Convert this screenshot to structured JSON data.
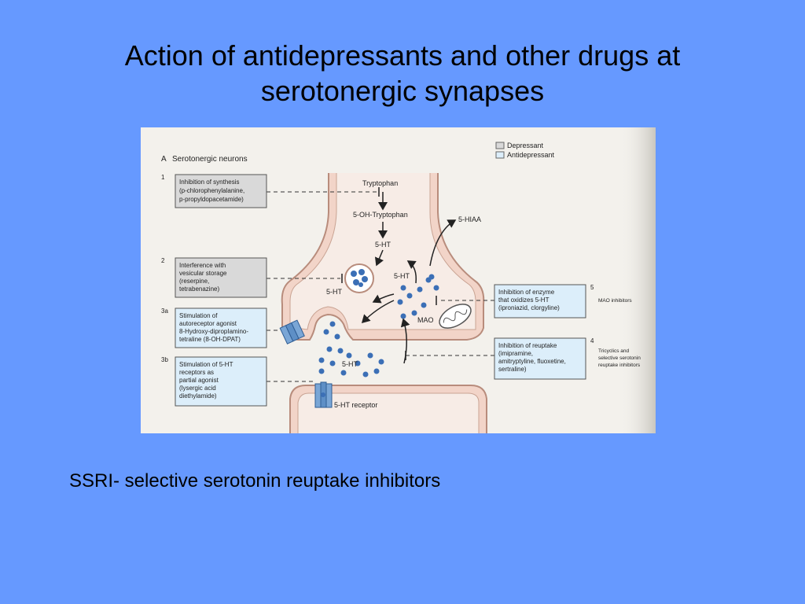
{
  "slide": {
    "title_line1": "Action of antidepressants and other drugs at",
    "title_line2": "serotonergic synapses",
    "footer": "SSRI- selective serotonin reuptake inhibitors"
  },
  "figure": {
    "panel_label": "A",
    "panel_title": "Serotonergic neurons",
    "legend": {
      "depressant": "Depressant",
      "antidepressant": "Antidepressant"
    },
    "colors": {
      "depressant_box": "#d9d9d9",
      "antidepressant_box": "#dceefa",
      "membrane": "#f2d4c8",
      "vesicle_molecule": "#3b6fb6"
    },
    "pathway": {
      "tryptophan": "Tryptophan",
      "oh_tryptophan": "5-OH-Tryptophan",
      "ht_top": "5-HT",
      "ht_vesicle": "5-HT",
      "ht_cytosol": "5-HT",
      "hiaa": "5-HIAA",
      "mao": "MAO",
      "ht_cleft": "5-HT",
      "receptor": "5-HT receptor"
    },
    "boxes": [
      {
        "num": "1",
        "lines": [
          "Inhibition of synthesis",
          "(p-chlorophenylalanine,",
          "p-propyldopacetamide)"
        ]
      },
      {
        "num": "2",
        "lines": [
          "Interference with",
          "vesicular storage",
          "(reserpine,",
          "tetrabenazine)"
        ]
      },
      {
        "num": "3a",
        "lines": [
          "Stimulation of",
          "autoreceptor agonist",
          "8-Hydroxy-dipropIamino-",
          "tetraline (8-OH-DPAT)"
        ]
      },
      {
        "num": "3b",
        "lines": [
          "Stimulation of 5-HT",
          "receptors as",
          "partial agonist",
          "(lysergic acid",
          "diethylamide)"
        ]
      },
      {
        "num": "5",
        "lines": [
          "Inhibition of enzyme",
          "that oxidizes 5-HT",
          "(iproniazid, clorgyline)"
        ]
      },
      {
        "num": "4",
        "lines": [
          "Inhibition of reuptake",
          "(imipramine,",
          "amitryptyline, fluoxetine,",
          "sertraline)"
        ]
      }
    ],
    "side_labels": {
      "mao_inhibitors": "MAO inhibitors",
      "tricyclics_1": "Tricyclics and",
      "tricyclics_2": "selective serotonin",
      "tricyclics_3": "reuptake inhibitors"
    }
  }
}
